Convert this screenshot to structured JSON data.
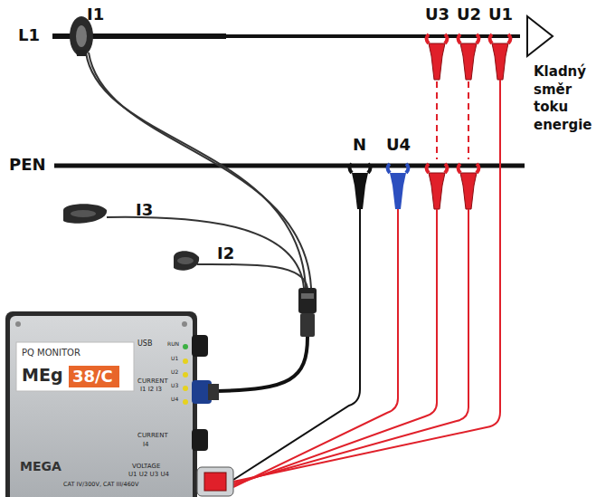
{
  "diagram": {
    "labels": [
      "L1",
      "I1",
      "U3",
      "U2",
      "U1",
      "Kladný směr toku energie",
      "PEN",
      "N",
      "U4",
      "I3",
      "I2",
      "PQ MONITOR",
      "MEg",
      "38/C",
      "RUN",
      "U1",
      "U2",
      "U3",
      "U4",
      "USB",
      "CURRENT",
      "I1 I2 I3",
      "CURRENT",
      "I4",
      "VOLTAGE",
      "U1 U2 U3 U4",
      "CAT IV/300V, CAT III/460V",
      "MEGA"
    ]
  }
}
